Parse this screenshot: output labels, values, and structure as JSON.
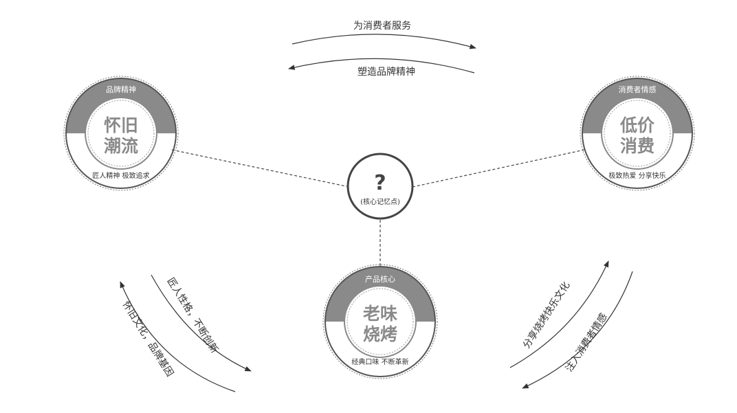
{
  "center": {
    "symbol": "?",
    "label": "(核心记忆点)"
  },
  "top_arrows": {
    "upper": "为消费者服务",
    "lower": "塑造品牌精神"
  },
  "nodes": {
    "left": {
      "band": "品牌精神",
      "title_line1": "怀旧",
      "title_line2": "潮流",
      "subtitle": "匠人精神  极致追求"
    },
    "right": {
      "band": "消费者情感",
      "title_line1": "低价",
      "title_line2": "消费",
      "subtitle": "极致热爱  分享快乐"
    },
    "bottom": {
      "band": "产品核心",
      "title_line1": "老味",
      "title_line2": "烧烤",
      "subtitle": "经典口味  不断革新"
    }
  },
  "left_arrows": {
    "inner": "匠人性格，不断创新",
    "outer": "怀旧文化，品牌基因"
  },
  "right_arrows": {
    "inner": "分享烧烤快乐文化",
    "outer": "注入消费者情感"
  },
  "colors": {
    "band": "#8a8a8a",
    "title": "#8a8a8a",
    "line": "#444444",
    "ring": "#555555"
  }
}
